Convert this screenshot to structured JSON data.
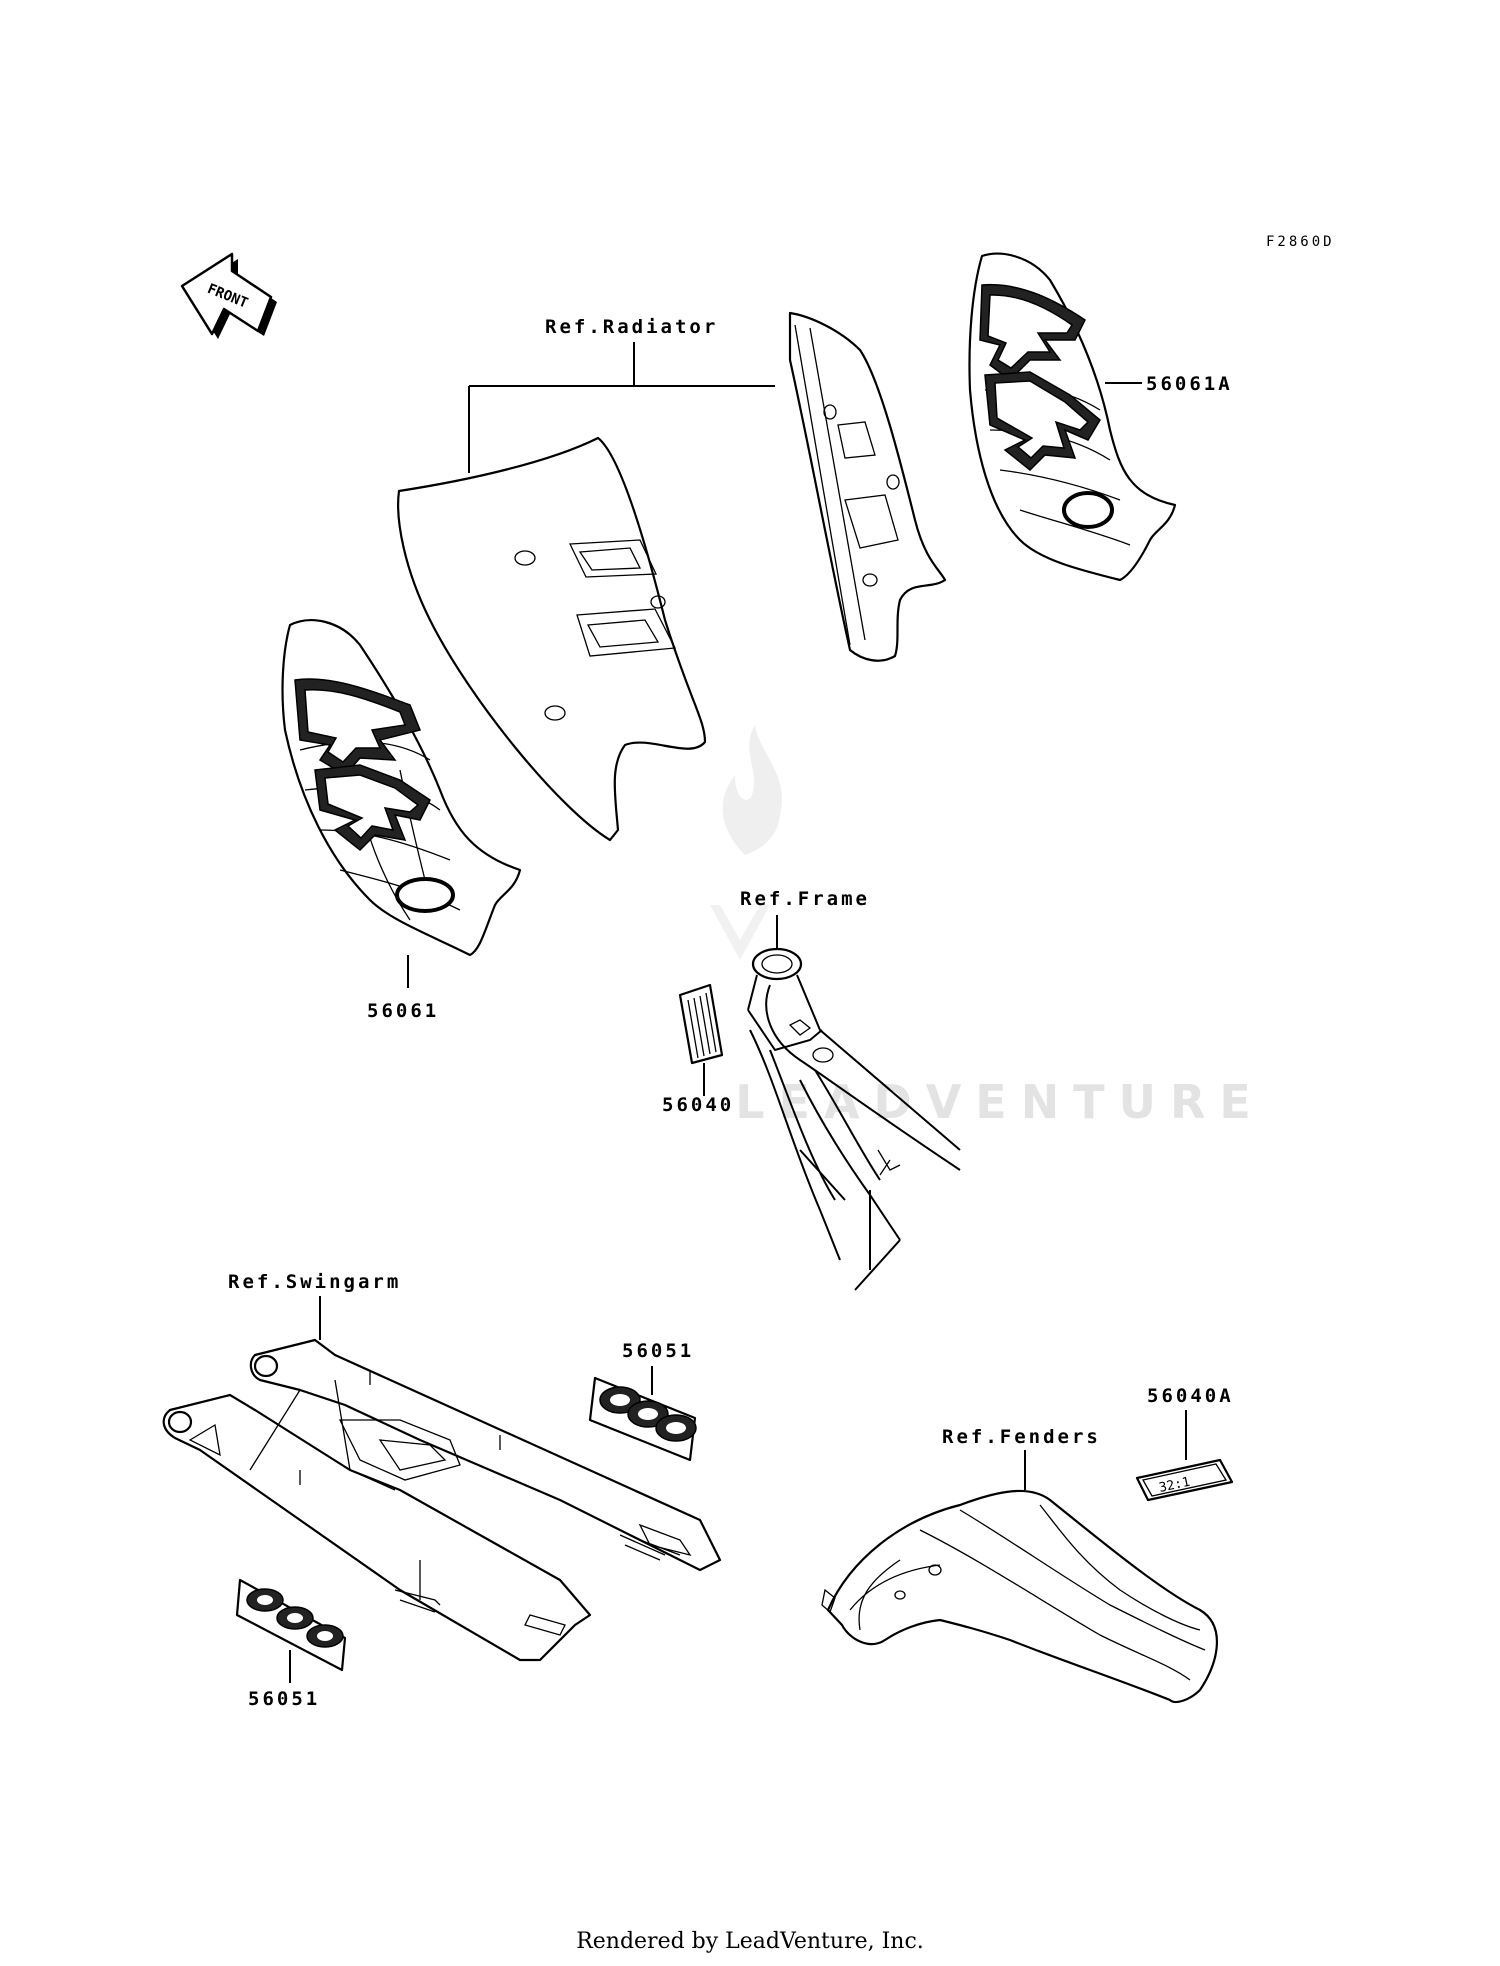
{
  "diagram": {
    "code": "F2860D",
    "front_label": "FRONT",
    "watermark": "LEADVENTURE",
    "footer": "Rendered by LeadVenture, Inc.",
    "refs": {
      "radiator": "Ref.Radiator",
      "frame": "Ref.Frame",
      "swingarm": "Ref.Swingarm",
      "fenders": "Ref.Fenders"
    },
    "parts": {
      "p56061": "56061",
      "p56061A": "56061A",
      "p56040": "56040",
      "p56051_top": "56051",
      "p56051_bottom": "56051",
      "p56040A": "56040A"
    },
    "decal_56040A_text": "32:1"
  }
}
